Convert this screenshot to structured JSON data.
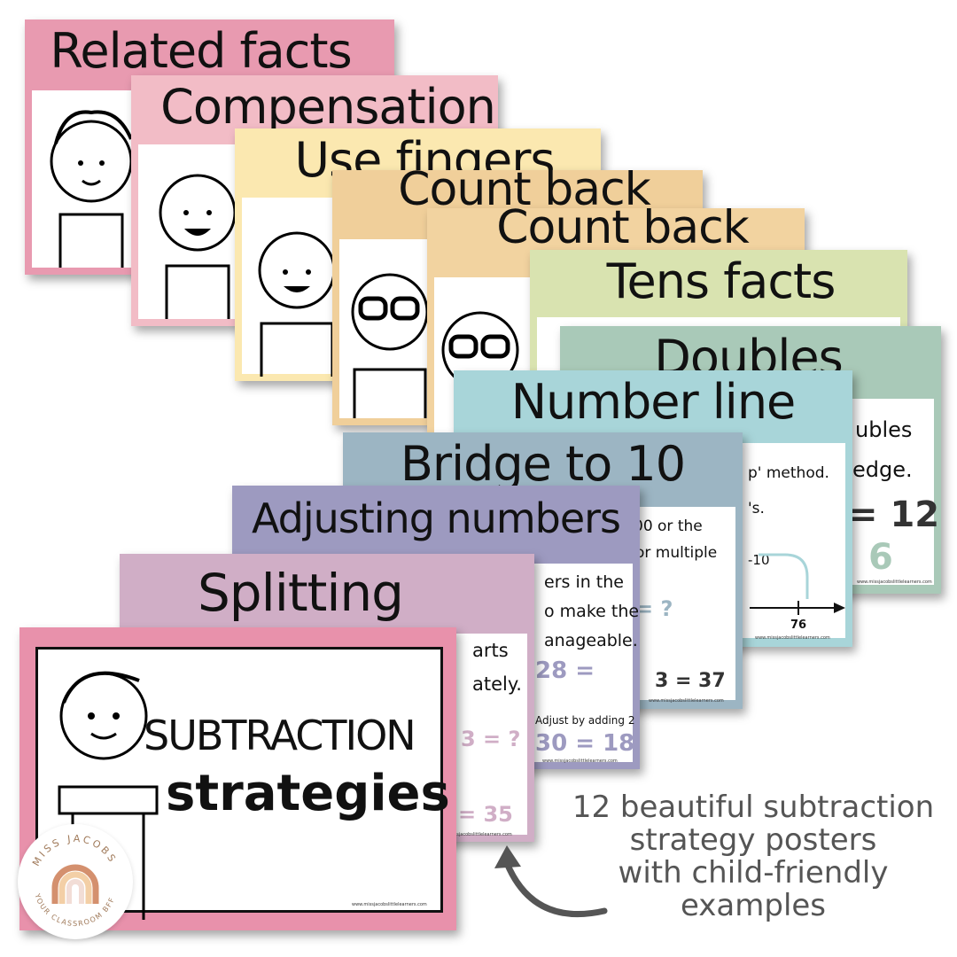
{
  "posters": [
    {
      "title": "Related facts",
      "color": "#e89ab0"
    },
    {
      "title": "Compensation",
      "color": "#f2bcc6"
    },
    {
      "title": "Use fingers",
      "color": "#fbe8b0"
    },
    {
      "title": "Count back",
      "color": "#f0cf9a"
    },
    {
      "title": "Count back",
      "color": "#f2d3a0"
    },
    {
      "title": "Tens facts",
      "color": "#d9e3b0"
    },
    {
      "title": "Doubles",
      "color": "#a9c9b8"
    },
    {
      "title": "Number line",
      "color": "#a8d5d9"
    },
    {
      "title": "Bridge to 10",
      "color": "#9cb5c3"
    },
    {
      "title": "Adjusting numbers",
      "color": "#9d9ac0"
    },
    {
      "title": "Splitting",
      "color": "#d0aec6"
    }
  ],
  "fragments": {
    "doubles_1": "ubles",
    "doubles_2": "edge.",
    "doubles_3": "= 12",
    "doubles_4": "6",
    "numberline_1": "p' method.",
    "numberline_2": "'s.",
    "numberline_3": "-10",
    "numberline_4": "76",
    "bridge_1": "00 or the",
    "bridge_2": "or multiple",
    "bridge_3": "= ?",
    "bridge_4": "3 = 37",
    "adjust_1": "ers in the",
    "adjust_2": "o make the",
    "adjust_3": "anageable.",
    "adjust_4": "28 =",
    "adjust_5": "Adjust by adding 2",
    "adjust_6": "30 = 18",
    "split_1": "arts",
    "split_2": "ately.",
    "split_3": "3 = ?",
    "split_4": "= 35"
  },
  "url": "www.missjacobslittlelearners.com",
  "cover": {
    "line1": "SUBTRACTION",
    "line2": "strategies",
    "color": "#e891ab"
  },
  "logo": {
    "top": "MISS JACOBS",
    "bottom": "YOUR CLASSROOM BFF"
  },
  "caption": {
    "line1": "12 beautiful subtraction",
    "line2": "strategy posters",
    "line3": "with child-friendly",
    "line4": "examples"
  }
}
